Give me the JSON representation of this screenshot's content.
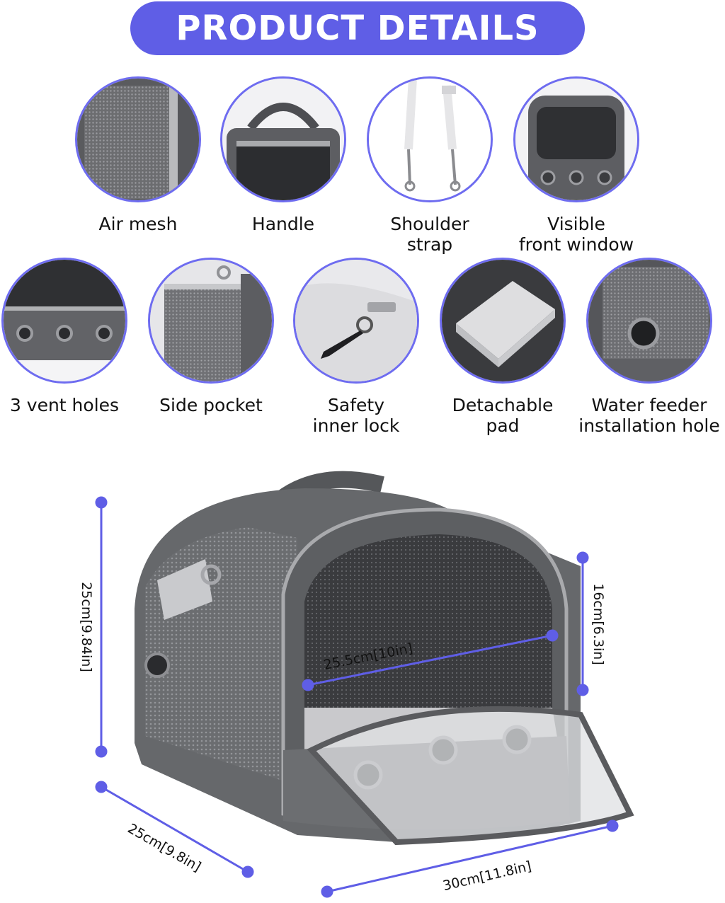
{
  "header": {
    "title": "PRODUCT DETAILS"
  },
  "features_row1": [
    {
      "label": "Air mesh",
      "icon": "air-mesh-photo"
    },
    {
      "label": "Handle",
      "icon": "handle-photo"
    },
    {
      "label": "Shoulder\nstrap",
      "icon": "shoulder-strap-photo"
    },
    {
      "label": "Visible\nfront window",
      "icon": "front-window-photo"
    }
  ],
  "features_row2": [
    {
      "label": "3 vent holes",
      "icon": "vent-holes-photo"
    },
    {
      "label": "Side pocket",
      "icon": "side-pocket-photo"
    },
    {
      "label": "Safety\ninner lock",
      "icon": "inner-lock-photo"
    },
    {
      "label": "Detachable\npad",
      "icon": "pad-photo"
    },
    {
      "label": "Water feeder\ninstallation hole",
      "icon": "water-hole-photo"
    }
  ],
  "dimensions": {
    "height": "25cm[9.84in]",
    "opening_height": "16cm[6.3in]",
    "opening_width": "25.5cm[10in]",
    "depth": "25cm[9.8in]",
    "width": "30cm[11.8in]"
  },
  "colors": {
    "accent": "#5f5ee6",
    "product_gray": "#6a6c6e"
  }
}
